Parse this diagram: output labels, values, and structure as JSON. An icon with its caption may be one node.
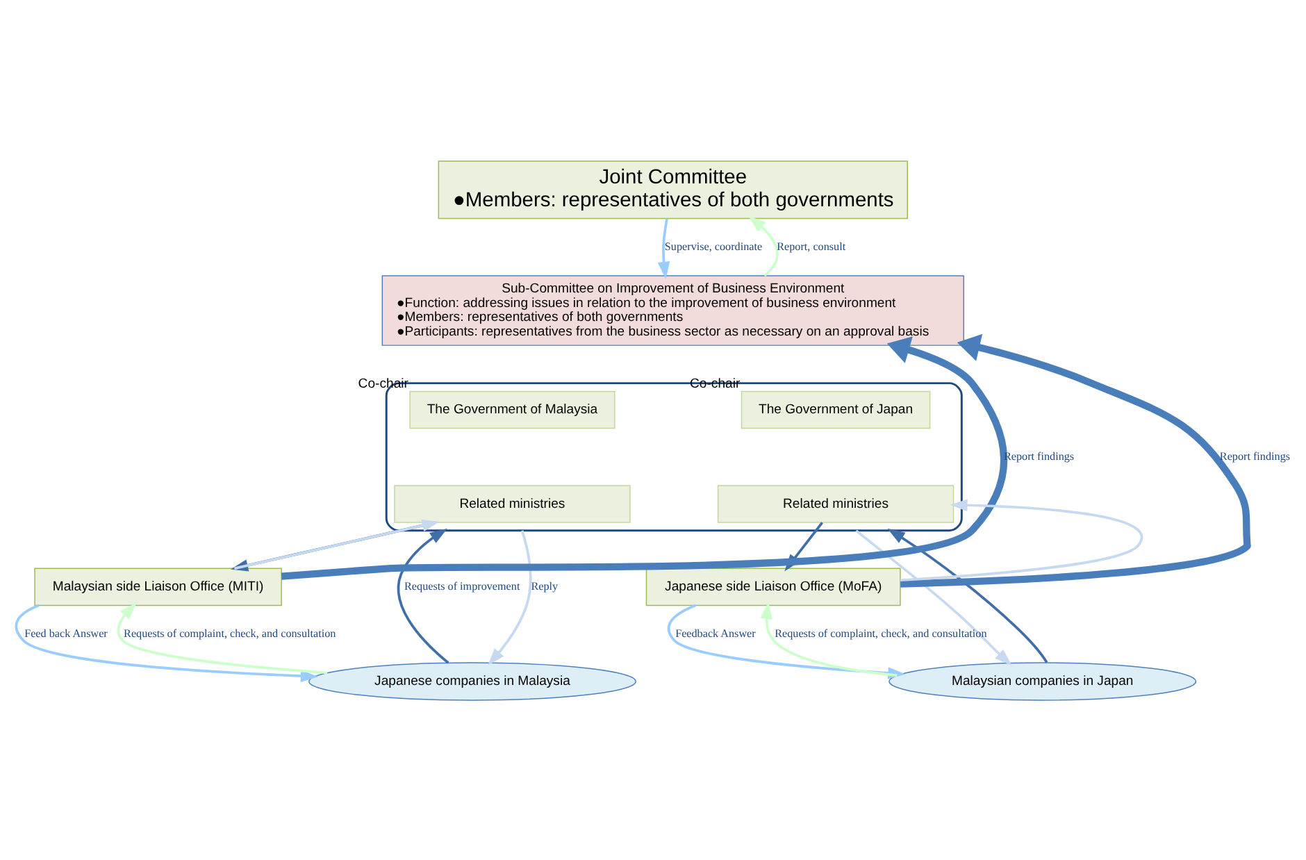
{
  "diagram": {
    "nodes": [
      {
        "text": [
          "Joint Committee",
          "●Members: representatives of both governments"
        ]
      },
      {
        "text": [
          "Sub-Committee on Improvement of Business Environment",
          "●Function: addressing issues in relation to the improvement of business environment",
          "●Members: representatives of both governments",
          "●Participants: representatives from the business sector as necessary on an approval basis"
        ]
      },
      {
        "text": [],
        "shape": "box"
      },
      {
        "text": [
          "The Government of Malaysia"
        ],
        "in": 2,
        "beside": [
          "Co-chair"
        ]
      },
      {
        "text": [
          "The Government of Japan"
        ],
        "in": 2,
        "beside": [
          "Co-chair"
        ]
      },
      {
        "text": [
          "Related ministries"
        ],
        "in": 2
      },
      {
        "text": [
          "Related ministries"
        ],
        "in": 2
      },
      {
        "text": [
          "Malaysian side Liaison Office (MITI)"
        ]
      },
      {
        "text": [
          "Japanese side Liaison Office (MoFA)"
        ]
      },
      {
        "text": [
          "Japanese companies in Malaysia"
        ]
      },
      {
        "text": [
          "Malaysian companies in Japan"
        ]
      }
    ],
    "edges": [
      {
        "from": 1,
        "to": 0,
        "arrow": "to",
        "label": "Report, consult",
        "color": "#ccffcc"
      },
      {
        "from": 0,
        "to": 1,
        "arrow": "to",
        "label": "Supervise, coordinate",
        "color": "#99ccff"
      },
      {
        "from": 7,
        "to": 1,
        "arrow": "to",
        "label": "Report findings",
        "style": "thick",
        "color": "#4a7ebb"
      },
      {
        "from": 8,
        "to": 1,
        "arrow": "to",
        "label": "Report findings",
        "style": "thick",
        "color": "#4a7ebb"
      },
      {
        "from": 7,
        "to": 5,
        "arrow": "to",
        "color": "#c6d9f1"
      },
      {
        "from": 5,
        "to": 7,
        "arrow": "to",
        "color": "#3f6ea8"
      },
      {
        "from": 9,
        "to": 2,
        "arrow": "to",
        "label": "Requests of improvement",
        "color": "#3f6ea8"
      },
      {
        "from": 2,
        "to": 9,
        "arrow": "to",
        "label": "Reply",
        "color": "#c6d9f1"
      },
      {
        "from": 9,
        "to": 7,
        "arrow": "to",
        "label": "Requests of complaint, check, and consultation",
        "color": "#ccffcc"
      },
      {
        "from": 7,
        "to": 9,
        "arrow": "to",
        "label": "Feed back Answer",
        "color": "#99ccff"
      },
      {
        "from": 8,
        "to": 6,
        "arrow": "to",
        "color": "#c6d9f1"
      },
      {
        "from": 6,
        "to": 8,
        "arrow": "to",
        "color": "#3f6ea8"
      },
      {
        "from": 2,
        "to": 10,
        "arrow": "to",
        "color": "#c6d9f1"
      },
      {
        "from": 10,
        "to": 2,
        "arrow": "to",
        "color": "#3f6ea8"
      },
      {
        "from": 10,
        "to": 8,
        "arrow": "to",
        "label": "Requests of complaint, check, and consultation",
        "color": "#ccffcc"
      },
      {
        "from": 8,
        "to": 10,
        "arrow": "to",
        "label": "Feedback Answer",
        "color": "#99ccff"
      }
    ]
  }
}
